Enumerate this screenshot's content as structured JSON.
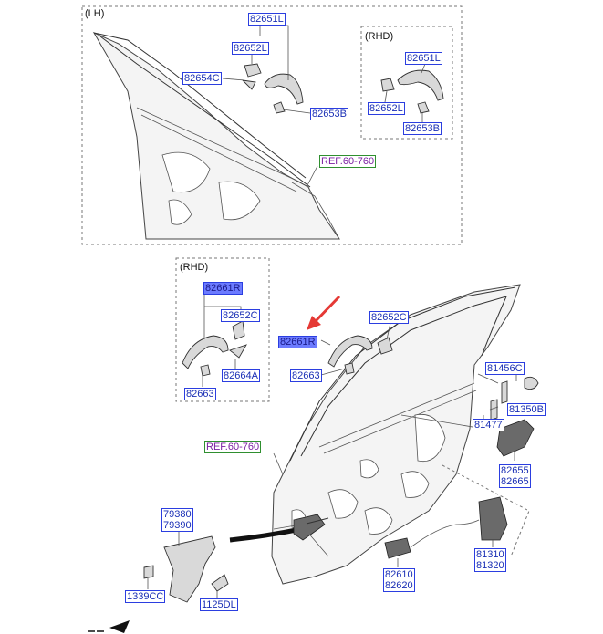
{
  "sections": {
    "lh": "(LH)",
    "rhd_top": "(RHD)",
    "rhd_mid": "(RHD)"
  },
  "callouts": {
    "top_82651L": "82651L",
    "top_82652L": "82652L",
    "top_82654C": "82654C",
    "top_82653B": "82653B",
    "ref_top": "REF.60-760",
    "rhd_82651L": "82651L",
    "rhd_82652L": "82652L",
    "rhd_82653B": "82653B",
    "rhd2_82661R": "82661R",
    "rhd2_82652C": "82652C",
    "rhd2_82664A": "82664A",
    "rhd2_82663": "82663",
    "main_82661R": "82661R",
    "main_82652C": "82652C",
    "main_82663": "82663",
    "ref_main": "REF.60-760",
    "main_81456C": "81456C",
    "main_81350B": "81350B",
    "main_81477": "81477",
    "main_82655": "82655",
    "main_82665": "82665",
    "main_79380": "79380",
    "main_79390": "79390",
    "main_1339CC": "1339CC",
    "main_1125DL": "1125DL",
    "main_82610": "82610",
    "main_82620": "82620",
    "main_81310": "81310",
    "main_81320": "81320"
  },
  "colors": {
    "callout_text": "#1a2fb5",
    "callout_border": "#2b3ee0",
    "highlight_fill": "#6c7bff",
    "ref_text": "#7b1fa2",
    "ref_border": "#2f8f2f",
    "arrow": "#e53935"
  },
  "icons": {
    "pointer_arrow": "red-arrow-icon",
    "front_arrow": "front-direction-arrow-icon"
  }
}
